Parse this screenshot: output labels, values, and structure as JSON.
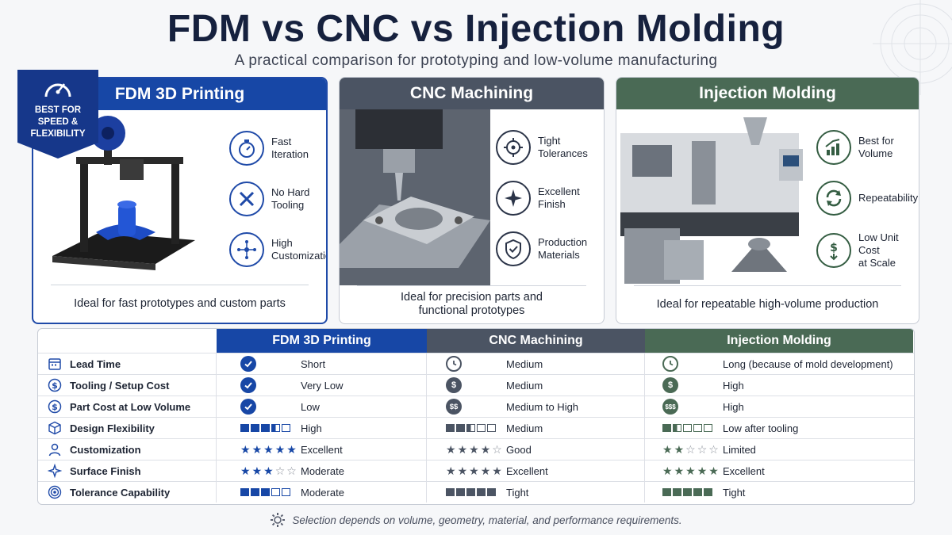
{
  "header": {
    "title": "FDM vs CNC vs Injection Molding",
    "subtitle": "A practical comparison for prototyping and low-volume manufacturing"
  },
  "badge": {
    "line1": "BEST FOR",
    "line2": "SPEED &",
    "line3": "FLEXIBILITY",
    "icon": "speedometer-icon"
  },
  "cards": {
    "fdm": {
      "title": "FDM 3D Printing",
      "features": [
        {
          "line1": "Fast",
          "line2": "Iteration",
          "icon": "stopwatch-icon"
        },
        {
          "line1": "No Hard",
          "line2": "Tooling",
          "icon": "tools-icon"
        },
        {
          "line1": "High",
          "line2": "Customization",
          "icon": "network-icon"
        }
      ],
      "footer": "Ideal for fast prototypes and custom parts"
    },
    "cnc": {
      "title": "CNC Machining",
      "features": [
        {
          "line1": "Tight",
          "line2": "Tolerances",
          "icon": "crosshair-icon"
        },
        {
          "line1": "Excellent",
          "line2": "Finish",
          "icon": "sparkle-icon"
        },
        {
          "line1": "Production",
          "line2": "Materials",
          "icon": "shield-check-icon"
        }
      ],
      "footer_line1": "Ideal for precision parts and",
      "footer_line2": "functional prototypes"
    },
    "inj": {
      "title": "Injection Molding",
      "features": [
        {
          "line1": "Best for",
          "line2": "Volume",
          "icon": "growth-chart-icon"
        },
        {
          "line1": "Repeatability",
          "line2": "",
          "icon": "refresh-icon"
        },
        {
          "line1": "Low Unit Cost",
          "line2": "at Scale",
          "icon": "dollar-down-icon"
        }
      ],
      "footer": "Ideal for repeatable high-volume production"
    }
  },
  "table": {
    "headers": [
      "FDM 3D Printing",
      "CNC Machining",
      "Injection Molding"
    ],
    "rows": [
      {
        "label": "Lead Time",
        "icon": "calendar-icon",
        "fdm": "Short",
        "cnc": "Medium",
        "inj": "Long (because of mold development)",
        "fdm_ind": "check",
        "cnc_ind": "clock",
        "inj_ind": "clock"
      },
      {
        "label": "Tooling / Setup Cost",
        "icon": "dollar-icon",
        "fdm": "Very Low",
        "cnc": "Medium",
        "inj": "High",
        "fdm_ind": "check",
        "cnc_ind": "$",
        "inj_ind": "$"
      },
      {
        "label": "Part Cost at Low Volume",
        "icon": "dollar-icon",
        "fdm": "Low",
        "cnc": "Medium to High",
        "inj": "High",
        "fdm_ind": "check",
        "cnc_ind": "$$",
        "inj_ind": "$$$"
      },
      {
        "label": "Design Flexibility",
        "icon": "cube-icon",
        "fdm": "High",
        "cnc": "Medium",
        "inj": "Low after tooling",
        "fdm_level": 3.5,
        "cnc_level": 2.5,
        "inj_level": 1.5,
        "scale": 5
      },
      {
        "label": "Customization",
        "icon": "user-icon",
        "fdm": "Excellent",
        "cnc": "Good",
        "inj": "Limited",
        "fdm_stars": 5,
        "cnc_stars": 4,
        "inj_stars": 2,
        "scale": 5
      },
      {
        "label": "Surface Finish",
        "icon": "sparkle-icon",
        "fdm": "Moderate",
        "cnc": "Excellent",
        "inj": "Excellent",
        "fdm_stars": 3,
        "cnc_stars": 5,
        "inj_stars": 5,
        "scale": 5
      },
      {
        "label": "Tolerance Capability",
        "icon": "target-icon",
        "fdm": "Moderate",
        "cnc": "Tight",
        "inj": "Tight",
        "fdm_level": 3,
        "cnc_level": 5,
        "inj_level": 5,
        "scale": 5
      }
    ]
  },
  "footer_note": "Selection depends on volume, geometry, material, and performance requirements.",
  "colors": {
    "fdm": "#1747a6",
    "cnc": "#4b5463",
    "inj": "#4a6a55",
    "title": "#16213e"
  }
}
